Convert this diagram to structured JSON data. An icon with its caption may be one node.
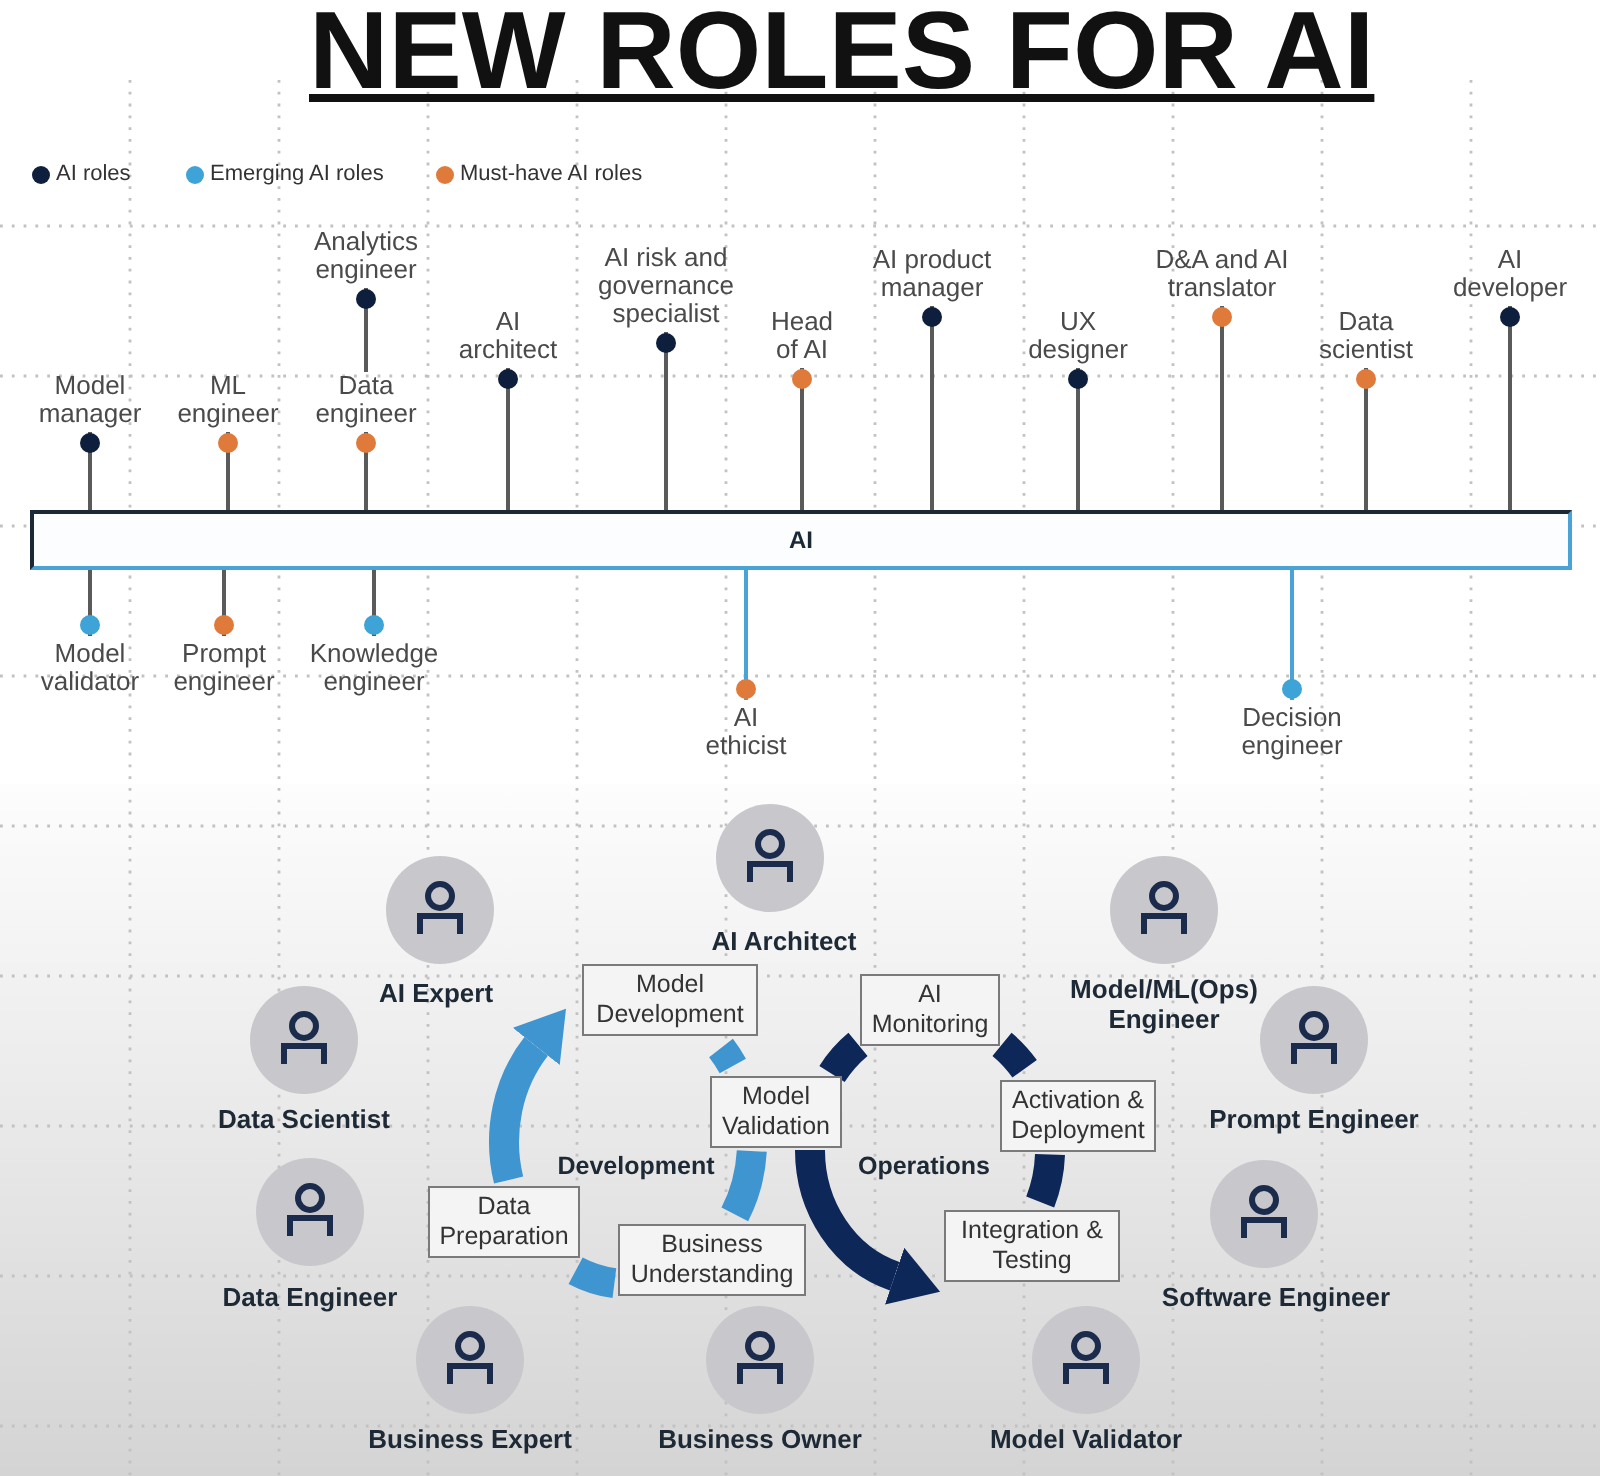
{
  "diagram": {
    "title": "NEW ROLES FOR AI",
    "nodes": [
      {
        "text": [
          "Model manager"
        ]
      },
      {
        "text": [
          "ML engineer"
        ]
      },
      {
        "text": [
          "Analytics engineer"
        ]
      },
      {
        "text": [
          "Data engineer"
        ]
      },
      {
        "text": [
          "AI architect"
        ]
      },
      {
        "text": [
          "AI risk and governance specialist"
        ]
      },
      {
        "text": [
          "Head of AI"
        ]
      },
      {
        "text": [
          "AI product manager"
        ]
      },
      {
        "text": [
          "UX designer"
        ]
      },
      {
        "text": [
          "D&A and AI translator"
        ]
      },
      {
        "text": [
          "Data scientist"
        ]
      },
      {
        "text": [
          "AI developer"
        ]
      },
      {
        "text": [
          "AI"
        ]
      },
      {
        "text": [
          "Model validator"
        ]
      },
      {
        "text": [
          "Prompt engineer"
        ]
      },
      {
        "text": [
          "Knowledge engineer"
        ]
      },
      {
        "text": [
          "AI ethicist"
        ]
      },
      {
        "text": [
          "Decision engineer"
        ]
      },
      {
        "text": [
          "AI Architect"
        ]
      },
      {
        "text": [
          "AI Expert"
        ]
      },
      {
        "text": [
          "Model/ML(Ops) Engineer"
        ]
      },
      {
        "text": [
          "Model Development"
        ]
      },
      {
        "text": [
          "AI Monitoring"
        ]
      },
      {
        "text": [
          "Data Scientist"
        ]
      },
      {
        "text": [
          "Model Validation"
        ]
      },
      {
        "text": [
          "Activation & Deployment"
        ]
      },
      {
        "text": [
          "Prompt Engineer"
        ]
      },
      {
        "text": [
          "Data Preparation"
        ]
      },
      {
        "text": [
          "Business Understanding"
        ]
      },
      {
        "text": [
          "Integration & Testing"
        ]
      },
      {
        "text": [
          "Data Engineer"
        ]
      },
      {
        "text": [
          "Software Engineer"
        ]
      },
      {
        "text": [
          "Business Expert"
        ]
      },
      {
        "text": [
          "Business Owner"
        ]
      },
      {
        "text": [
          "Model Validator"
        ]
      }
    ],
    "edges": [
      {
        "from": 12,
        "to": 0,
        "arrow": "other"
      },
      {
        "from": 12,
        "to": 1,
        "arrow": "other"
      },
      {
        "from": 3,
        "to": 2,
        "arrow": "other"
      },
      {
        "from": 12,
        "to": 3,
        "arrow": "other"
      },
      {
        "from": 12,
        "to": 4,
        "arrow": "other"
      },
      {
        "from": 12,
        "to": 5,
        "arrow": "other"
      },
      {
        "from": 12,
        "to": 6,
        "arrow": "other"
      },
      {
        "from": 12,
        "to": 7,
        "arrow": "other"
      },
      {
        "from": 12,
        "to": 8,
        "arrow": "other"
      },
      {
        "from": 12,
        "to": 9,
        "arrow": "other"
      },
      {
        "from": 12,
        "to": 10,
        "arrow": "other"
      },
      {
        "from": 12,
        "to": 11,
        "arrow": "other"
      },
      {
        "from": 12,
        "to": 13,
        "arrow": "other"
      },
      {
        "from": 12,
        "to": 14,
        "arrow": "other"
      },
      {
        "from": 12,
        "to": 15,
        "arrow": "other"
      },
      {
        "from": 12,
        "to": 16,
        "arrow": "other",
        "color": "#4aa3d6"
      },
      {
        "from": 12,
        "to": 17,
        "arrow": "other",
        "color": "#4aa3d6"
      },
      {
        "from": 21,
        "to": 24,
        "arrow": "none",
        "style": "thick",
        "color": "#3f95d0"
      },
      {
        "from": 24,
        "to": 28,
        "arrow": "none",
        "style": "thick",
        "color": "#3f95d0"
      },
      {
        "from": 28,
        "to": 27,
        "arrow": "none",
        "style": "thick",
        "color": "#3f95d0"
      },
      {
        "from": 27,
        "to": 21,
        "arrow": "to",
        "style": "thick",
        "color": "#3f95d0"
      },
      {
        "from": 24,
        "to": 29,
        "arrow": "to",
        "style": "thick",
        "color": "#0e2759"
      },
      {
        "from": 29,
        "to": 25,
        "arrow": "none",
        "style": "thick",
        "color": "#0e2759"
      },
      {
        "from": 25,
        "to": 22,
        "arrow": "none",
        "style": "thick",
        "color": "#0e2759"
      },
      {
        "from": 22,
        "to": 24,
        "arrow": "none",
        "style": "thick",
        "color": "#0e2759"
      }
    ],
    "labels": [
      "Development",
      "Operations"
    ],
    "legend": [
      {
        "text": "AI roles",
        "color": "#0d1f3c"
      },
      {
        "text": "Emerging AI roles",
        "color": "#3ea3d6"
      },
      {
        "text": "Must-have AI roles",
        "color": "#e07a3a"
      }
    ]
  }
}
